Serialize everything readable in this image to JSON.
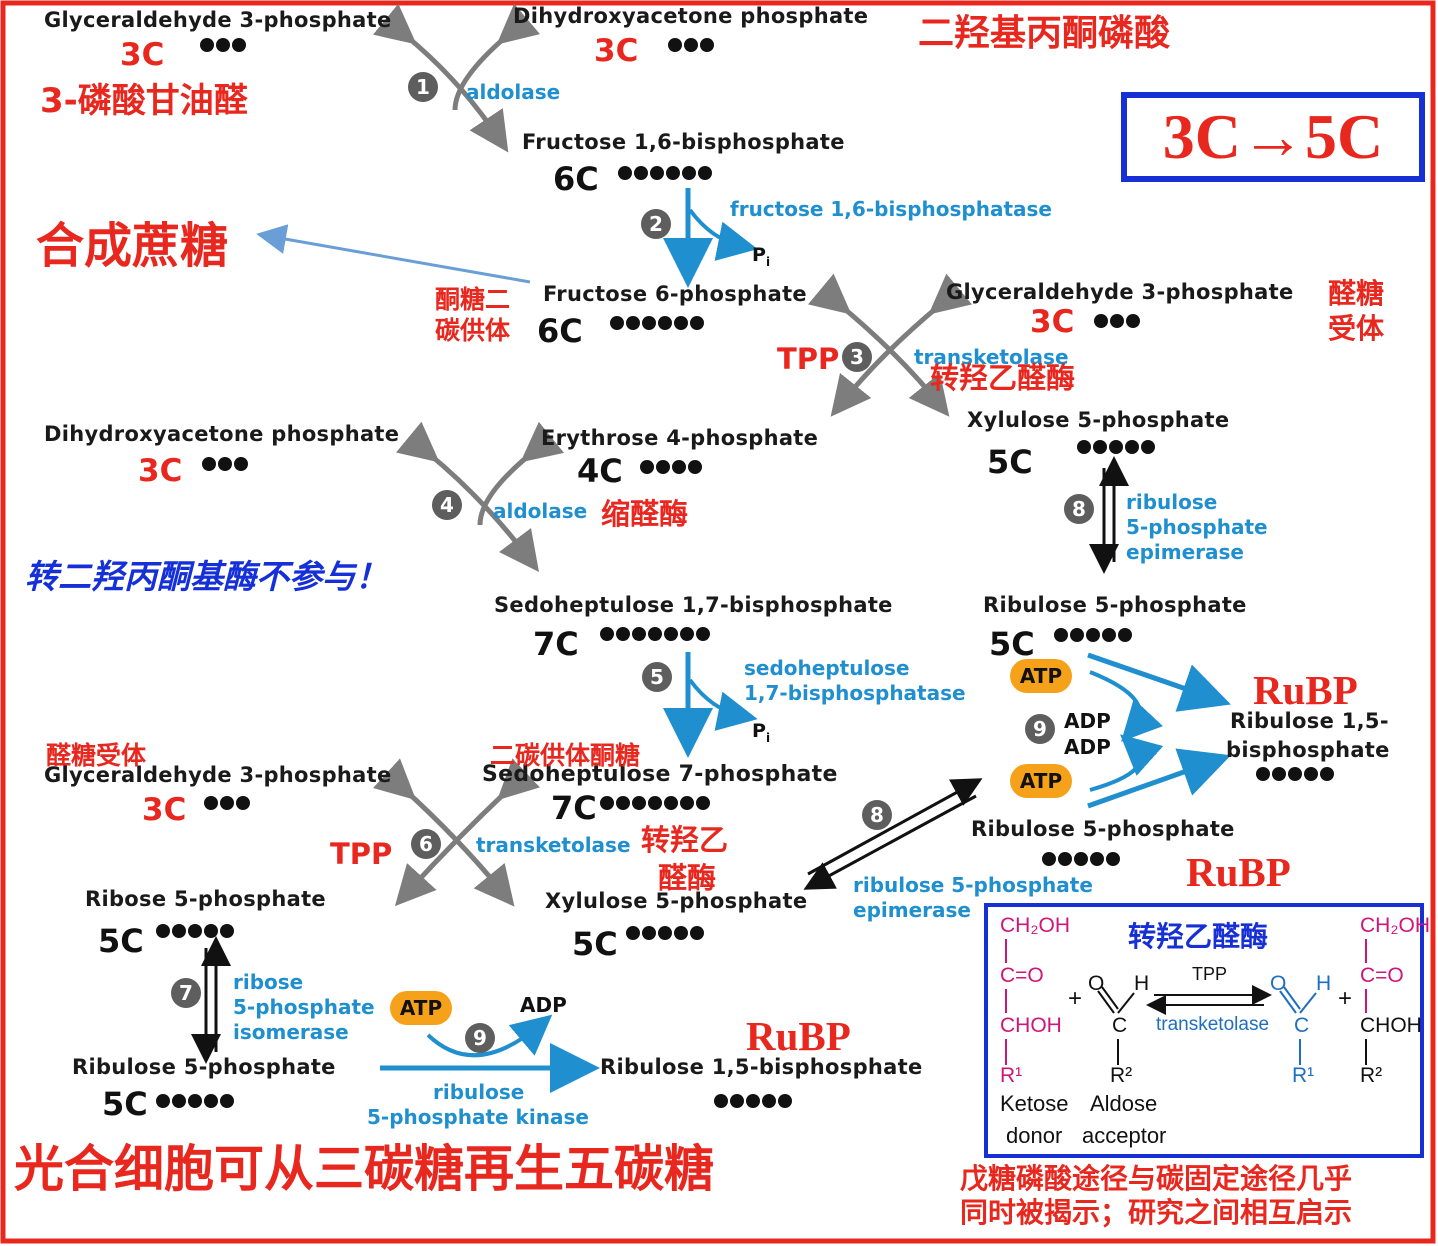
{
  "compounds": {
    "g3p_top": "Glyceraldehyde 3-phosphate",
    "dhap_top": "Dihydroxyacetone phosphate",
    "fbp": "Fructose 1,6-bisphosphate",
    "f6p": "Fructose 6-phosphate",
    "g3p_mid": "Glyceraldehyde 3-phosphate",
    "dhap_mid": "Dihydroxyacetone phosphate",
    "e4p": "Erythrose 4-phosphate",
    "xu5p_mid": "Xylulose 5-phosphate",
    "sbp": "Sedoheptulose 1,7-bisphosphate",
    "ru5p_mid": "Ribulose 5-phosphate",
    "g3p_low": "Glyceraldehyde 3-phosphate",
    "s7p": "Sedoheptulose 7-phosphate",
    "rubp_right_1": "Ribulose 1,5-",
    "rubp_right_2": "bisphosphate",
    "ru5p_right": "Ribulose 5-phosphate",
    "r5p": "Ribose 5-phosphate",
    "xu5p_low": "Xylulose 5-phosphate",
    "ru5p_low": "Ribulose 5-phosphate",
    "rubp_bottom": "Ribulose 1,5-bisphosphate"
  },
  "enzymes": {
    "aldolase_1": "aldolase",
    "fbpase_1": "fructose 1,6-bisphosphatase",
    "transketolase_3": "transketolase",
    "aldolase_4": "aldolase",
    "epimerase_8_l1": "ribulose",
    "epimerase_8_l2": "5-phosphate",
    "epimerase_8_l3": "epimerase",
    "sbpase_l1": "sedoheptulose",
    "sbpase_l2": "1,7-bisphosphatase",
    "transketolase_6": "transketolase",
    "epimerase_8b_l1": "ribulose 5-phosphate",
    "epimerase_8b_l2": "epimerase",
    "isomerase_l1": "ribose",
    "isomerase_l2": "5-phosphate",
    "isomerase_l3": "isomerase",
    "kinase_l1": "ribulose",
    "kinase_l2": "5-phosphate kinase"
  },
  "steps": [
    "1",
    "2",
    "3",
    "4",
    "5",
    "6",
    "7",
    "8",
    "8",
    "9",
    "9"
  ],
  "carbon_counts": {
    "g3p_top": "3C",
    "dhap_top": "3C",
    "fbp": "6C",
    "f6p": "6C",
    "g3p_mid": "3C",
    "dhap_mid": "3C",
    "e4p": "4C",
    "xu5p_mid": "5C",
    "sbp": "7C",
    "ru5p_mid": "5C",
    "g3p_low": "3C",
    "s7p": "7C",
    "r5p": "5C",
    "xu5p_low": "5C",
    "ru5p_low": "5C"
  },
  "cofactors": {
    "pi": "P",
    "pi_sub": "i",
    "atp": "ATP",
    "adp": "ADP",
    "tpp": "TPP"
  },
  "annotations_zh": {
    "dhap_zh": "二羟基丙酮磷酸",
    "g3p_zh": "3-磷酸甘油醛",
    "sucrose": "合成蔗糖",
    "ketose_donor_1": "酮糖二",
    "ketose_donor_2": "碳供体",
    "aldose_acceptor_1": "醛糖",
    "aldose_acceptor_2": "受体",
    "transketolase_zh": "转羟乙醛酶",
    "aldolase_zh": "缩醛酶",
    "not_involved": "转二羟丙酮基酶不参与！",
    "aldose_acceptor_low": "醛糖受体",
    "ketose_donor_low": "二碳供体酮糖",
    "transketolase_zh_2a": "转羟乙",
    "transketolase_zh_2b": "醛酶",
    "conclusion": "光合细胞可从三碳糖再生五碳糖",
    "footnote_1": "戊糖磷酸途径与碳固定途径几乎",
    "footnote_2": "同时被揭示；研究之间相互启示"
  },
  "rubp_label": "RuBP",
  "title_box": "3C→5C",
  "reaction_box": {
    "title": "转羟乙醛酶",
    "ch2oh": "CH₂OH",
    "co": "C=O",
    "choh": "CHOH",
    "r1": "R¹",
    "r2": "R²",
    "plus": "+",
    "o": "O",
    "h": "H",
    "c": "C",
    "tpp": "TPP",
    "enzyme": "transketolase",
    "ketose": "Ketose",
    "donor": "donor",
    "aldose": "Aldose",
    "acceptor": "acceptor"
  },
  "colors": {
    "frame": "#e8281f",
    "enzyme": "#1f8fcf",
    "arrow": "#1f8fcf",
    "cross_arrow": "#7d7d7d",
    "atp": "#f6a11a",
    "box": "#1630d6"
  }
}
